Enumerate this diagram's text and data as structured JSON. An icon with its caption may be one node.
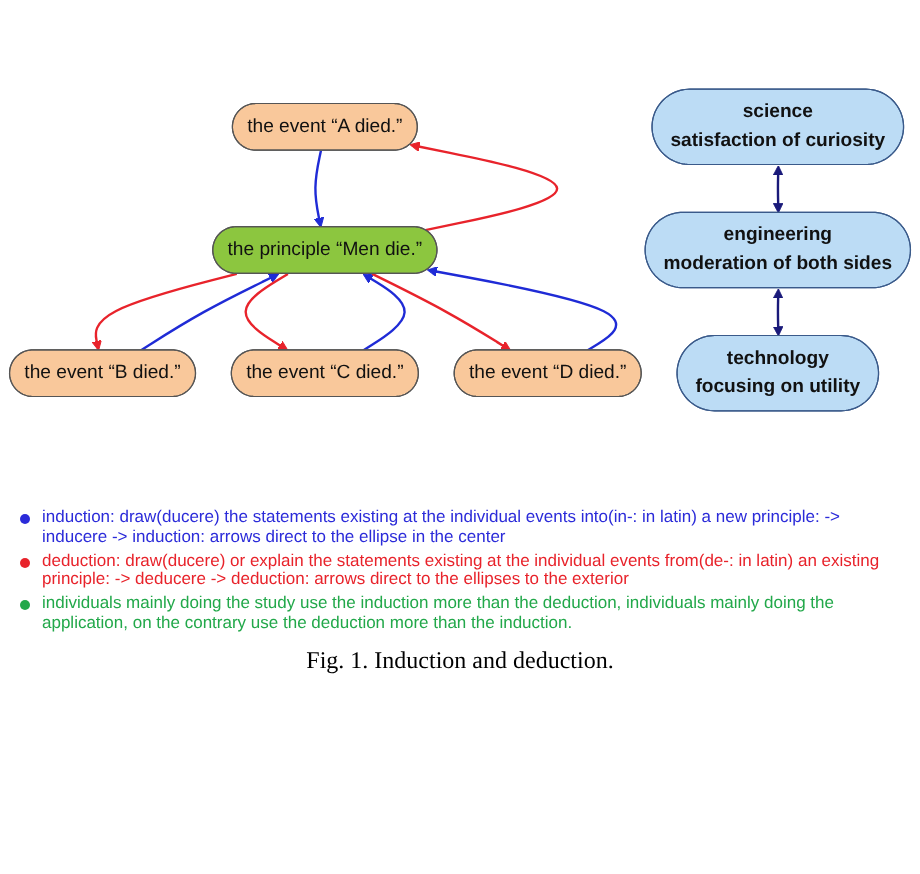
{
  "diagram": {
    "caption": "Fig. 1. Induction and deduction.",
    "nodes": [
      {
        "text": [
          "the event “A died.”"
        ]
      },
      {
        "text": [
          "the event “B died.”"
        ]
      },
      {
        "text": [
          "the principle “Men die.”"
        ]
      },
      {
        "text": [
          "the event “C died.”"
        ]
      },
      {
        "text": [
          "the event “D died.”"
        ]
      },
      {
        "text": [
          "science",
          "satisfaction of curiosity"
        ]
      },
      {
        "text": [
          "engineering",
          "moderation of both sides"
        ]
      },
      {
        "text": [
          "technology",
          "focusing on utility"
        ]
      }
    ],
    "edges": [
      {
        "from": 0,
        "to": 2,
        "arrow": "to",
        "color": "#1f2bd6"
      },
      {
        "from": 2,
        "to": 0,
        "arrow": "to",
        "color": "#e8232b"
      },
      {
        "from": 1,
        "to": 2,
        "arrow": "to",
        "color": "#1f2bd6"
      },
      {
        "from": 2,
        "to": 1,
        "arrow": "to",
        "color": "#e8232b"
      },
      {
        "from": 2,
        "to": 3,
        "arrow": "to",
        "color": "#e8232b"
      },
      {
        "from": 3,
        "to": 2,
        "arrow": "to",
        "color": "#1f2bd6"
      },
      {
        "from": 2,
        "to": 4,
        "arrow": "to",
        "color": "#e8232b"
      },
      {
        "from": 4,
        "to": 2,
        "arrow": "to",
        "color": "#1f2bd6"
      },
      {
        "from": 5,
        "to": 6,
        "arrow": "both",
        "color": "#1a1a7a"
      },
      {
        "from": 6,
        "to": 7,
        "arrow": "both",
        "color": "#1a1a7a"
      }
    ],
    "legend": [
      {
        "text": "induction: draw(ducere) the statements existing at the individual events into(in-: in latin) a new principle: -> inducere -> induction: arrows direct to the ellipse in the center",
        "color": "#2b2bd9"
      },
      {
        "text": "deduction: draw(ducere) or explain the statements existing at the individual events from(de-: in latin) an existing principle: -> deducere -> deduction: arrows direct to the ellipses to the exterior",
        "color": "#e8232b"
      },
      {
        "text": "individuals mainly doing the study use the induction more than the deduction, individuals mainly doing the application, on the contrary use the deduction more than the induction.",
        "color": "#22a84a"
      }
    ]
  }
}
